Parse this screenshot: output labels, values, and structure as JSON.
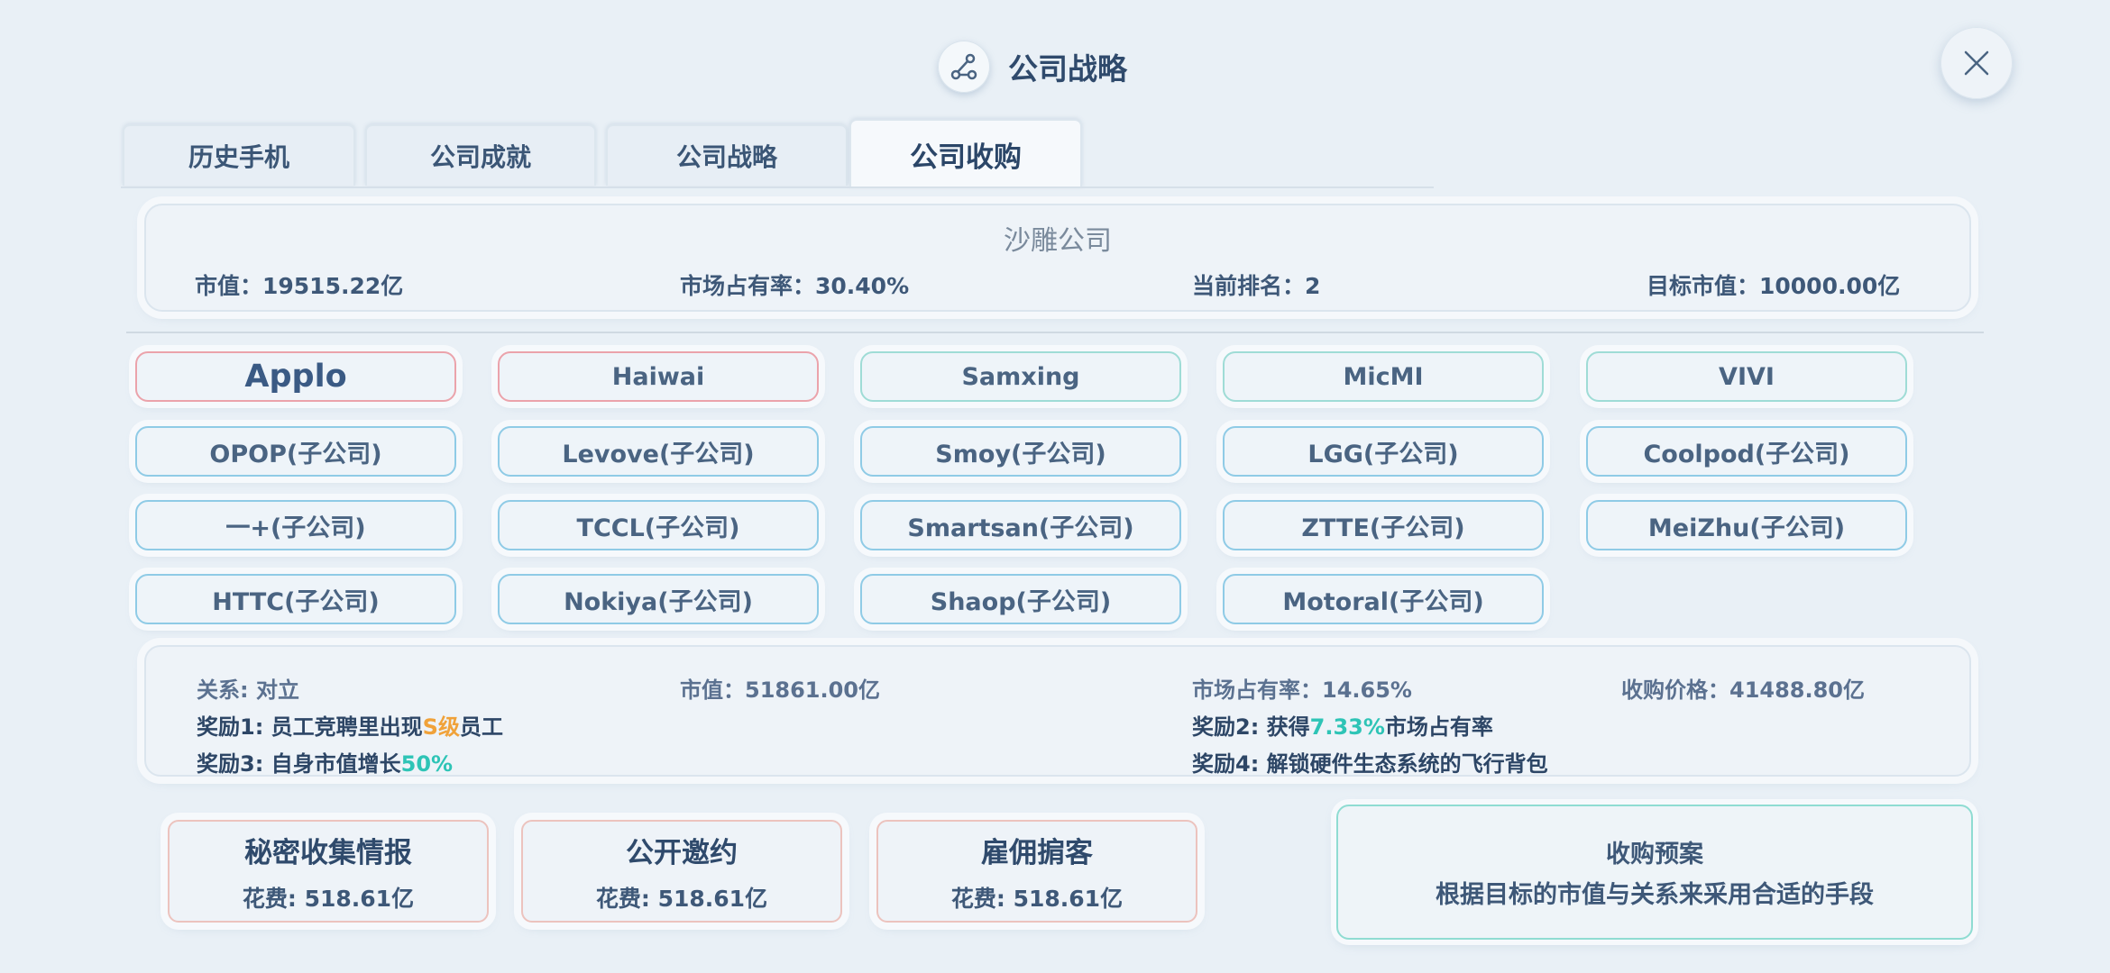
{
  "header": {
    "title": "公司战略",
    "icon": "strategy-node-icon",
    "close_icon": "close-icon"
  },
  "tabs": [
    {
      "label": "历史手机",
      "active": false
    },
    {
      "label": "公司成就",
      "active": false
    },
    {
      "label": "公司战略",
      "active": false
    },
    {
      "label": "公司收购",
      "active": true
    }
  ],
  "company": {
    "name": "沙雕公司",
    "market_value": "市值：19515.22亿",
    "market_share": "市场占有率：30.40%",
    "rank": "当前排名：2",
    "target_value": "目标市值：10000.00亿"
  },
  "companies": [
    {
      "label": "Applo",
      "border": "red",
      "selected": true
    },
    {
      "label": "Haiwai",
      "border": "red",
      "selected": false
    },
    {
      "label": "Samxing",
      "border": "teal",
      "selected": false
    },
    {
      "label": "MicMI",
      "border": "teal",
      "selected": false
    },
    {
      "label": "VIVI",
      "border": "teal",
      "selected": false
    },
    {
      "label": "OPOP(子公司)",
      "border": "blue",
      "selected": false
    },
    {
      "label": "Levove(子公司)",
      "border": "blue",
      "selected": false
    },
    {
      "label": "Smoy(子公司)",
      "border": "blue",
      "selected": false
    },
    {
      "label": "LGG(子公司)",
      "border": "blue",
      "selected": false
    },
    {
      "label": "Coolpod(子公司)",
      "border": "blue",
      "selected": false
    },
    {
      "label": "一+(子公司)",
      "border": "blue",
      "selected": false
    },
    {
      "label": "TCCL(子公司)",
      "border": "blue",
      "selected": false
    },
    {
      "label": "Smartsan(子公司)",
      "border": "blue",
      "selected": false
    },
    {
      "label": "ZTTE(子公司)",
      "border": "blue",
      "selected": false
    },
    {
      "label": "MeiZhu(子公司)",
      "border": "blue",
      "selected": false
    },
    {
      "label": "HTTC(子公司)",
      "border": "blue",
      "selected": false
    },
    {
      "label": "Nokiya(子公司)",
      "border": "blue",
      "selected": false
    },
    {
      "label": "Shaop(子公司)",
      "border": "blue",
      "selected": false
    },
    {
      "label": "Motoral(子公司)",
      "border": "blue",
      "selected": false
    }
  ],
  "detail": {
    "relation": "关系: 对立",
    "market_value": "市值：51861.00亿",
    "market_share": "市场占有率：14.65%",
    "price": "收购价格：41488.80亿",
    "reward1_prefix": "奖励1: 员工竞聘里出现",
    "reward1_highlight": "S级",
    "reward1_suffix": "员工",
    "reward2_prefix": "奖励2: 获得",
    "reward2_highlight": "7.33%",
    "reward2_suffix": "市场占有率",
    "reward3_prefix": "奖励3: 自身市值增长",
    "reward3_highlight": "50%",
    "reward4": "奖励4: 解锁硬件生态系统的飞行背包",
    "colors": {
      "orange": "#f0a23a",
      "teal": "#2ec4b6"
    }
  },
  "actions": [
    {
      "title": "秘密收集情报",
      "cost": "花费: 518.61亿"
    },
    {
      "title": "公开邀约",
      "cost": "花费: 518.61亿"
    },
    {
      "title": "雇佣掮客",
      "cost": "花费: 518.61亿"
    }
  ],
  "plan": {
    "title": "收购预案",
    "desc": "根据目标的市值与关系来采用合适的手段"
  }
}
